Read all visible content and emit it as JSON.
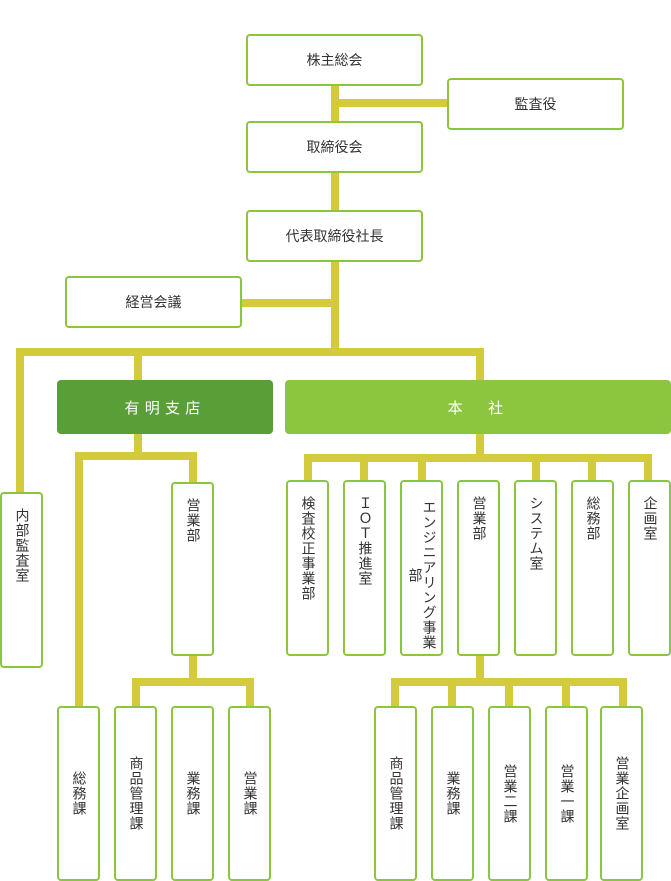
{
  "colors": {
    "line": "#d4cb3c",
    "border": "#8cc63f",
    "branch_fill": "#5a9e37",
    "hq_fill": "#8cc63f"
  },
  "top": {
    "shareholders": "株主総会",
    "auditor": "監査役",
    "board": "取締役会",
    "president": "代表取締役社長",
    "management_council": "経営会議",
    "internal_audit": "内部監査室"
  },
  "branch": {
    "name": "有明支店",
    "general_affairs": "総務課",
    "sales_dept": "営業部",
    "sections": [
      "商品管理課",
      "業務課",
      "営業課"
    ]
  },
  "hq": {
    "name": "本　社",
    "departments": [
      "検査校正事業部",
      "ＩＯＴ推進室",
      "エンジニアリング事業部",
      "営業部",
      "システム室",
      "総務部",
      "企画室"
    ],
    "sales_sections": [
      "商品管理課",
      "業務課",
      "営業二課",
      "営業一課",
      "営業企画室"
    ]
  }
}
